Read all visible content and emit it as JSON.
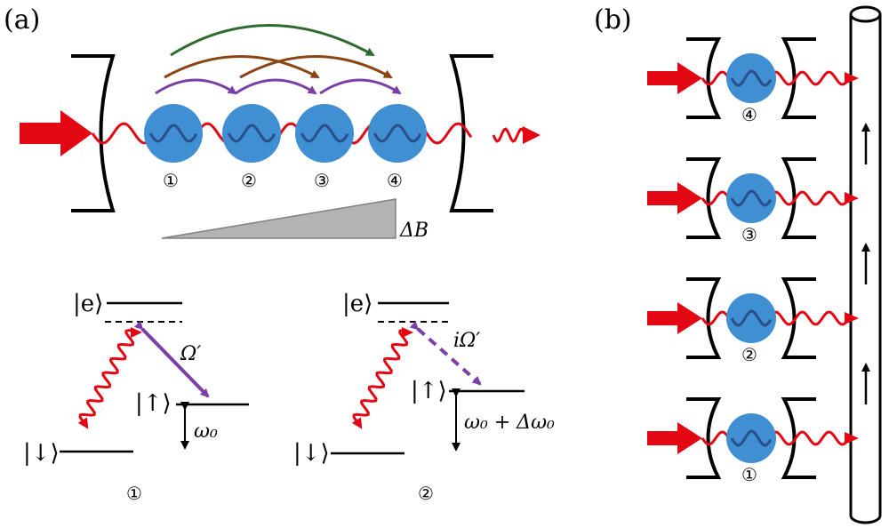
{
  "panel_a": {
    "label": "(a)",
    "atoms": [
      "①",
      "②",
      "③",
      "④"
    ],
    "gradient_label": "ΔB"
  },
  "level_diagram_1": {
    "excited": "|e⟩",
    "up": "|↑⟩",
    "down": "|↓⟩",
    "coupling": "Ω′",
    "splitting": "ω₀",
    "index": "①"
  },
  "level_diagram_2": {
    "excited": "|e⟩",
    "up": "|↑⟩",
    "down": "|↓⟩",
    "coupling": "iΩ′",
    "splitting": "ω₀ + Δω₀",
    "index": "②"
  },
  "panel_b": {
    "label": "(b)",
    "nodes": [
      "④",
      "③",
      "②",
      "①"
    ]
  },
  "colors": {
    "laser": "#e30613",
    "atom": "#3f8fd2",
    "atom_wave": "#2a4f8a",
    "purple": "#7b3fa8",
    "brown": "#8b4513",
    "green": "#2e6b2e",
    "gradient": "#b3b3b3"
  }
}
